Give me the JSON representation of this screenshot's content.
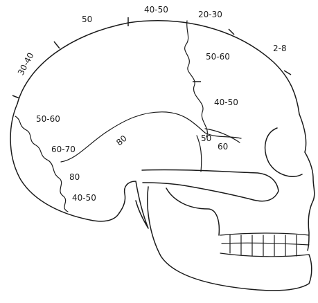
{
  "figure": {
    "colors": {
      "ink": "#1a1a1a",
      "background": "#ffffff"
    },
    "labels": [
      {
        "id": "vault-50",
        "text": "50"
      },
      {
        "id": "vault-40-50",
        "text": "40-50"
      },
      {
        "id": "vault-20-30",
        "text": "20-30"
      },
      {
        "id": "vault-2-8",
        "text": "2-8"
      },
      {
        "id": "vault-30-40",
        "text": "30-40"
      },
      {
        "id": "coronal-50-60",
        "text": "50-60"
      },
      {
        "id": "coronal-40-50",
        "text": "40-50"
      },
      {
        "id": "lambdoid-50-60",
        "text": "50-60"
      },
      {
        "id": "lambdoid-60-70",
        "text": "60-70"
      },
      {
        "id": "squamosal-80",
        "text": "80"
      },
      {
        "id": "lambdoid-80",
        "text": "80"
      },
      {
        "id": "occipital-40-50",
        "text": "40-50"
      },
      {
        "id": "sphenoid-50",
        "text": "50"
      },
      {
        "id": "sphenoid-60",
        "text": "60"
      }
    ]
  }
}
